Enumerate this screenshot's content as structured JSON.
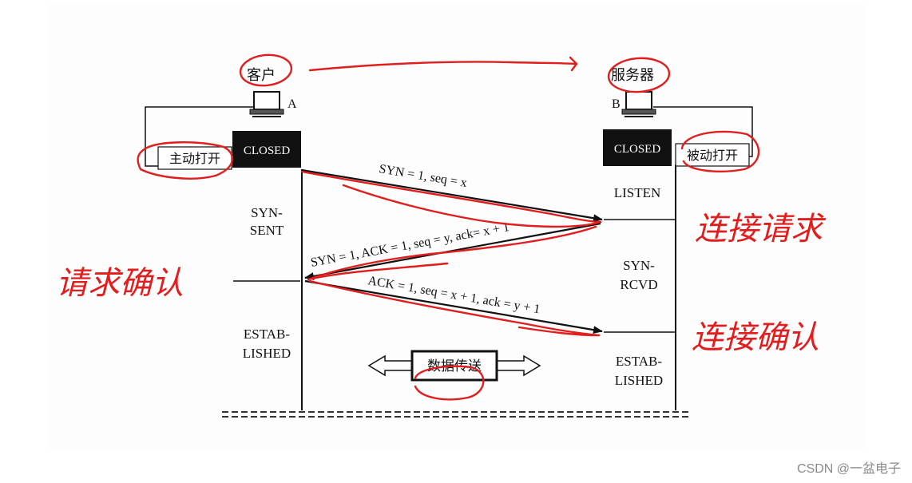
{
  "client": {
    "name": "客户",
    "letter": "A",
    "state_box": "CLOSED",
    "action": "主动打开"
  },
  "server": {
    "name": "服务器",
    "letter": "B",
    "state_box": "CLOSED",
    "action": "被动打开"
  },
  "client_states": {
    "syn_sent": [
      "SYN-",
      "SENT"
    ],
    "established": [
      "ESTAB-",
      "LISHED"
    ]
  },
  "server_states": {
    "listen": "LISTEN",
    "syn_rcvd": [
      "SYN-",
      "RCVD"
    ],
    "established": [
      "ESTAB-",
      "LISHED"
    ]
  },
  "messages": [
    "SYN = 1, seq = x",
    "SYN = 1, ACK = 1, seq = y, ack= x + 1",
    "ACK = 1, seq = x + 1, ack = y + 1"
  ],
  "data_transfer": "数据传送",
  "annotations": {
    "connection_request": "连接请求",
    "request_confirm": "请求确认",
    "connection_confirm": "连接确认"
  },
  "watermark": "CSDN @一盆电子",
  "colors": {
    "annotation": "#e11d1d",
    "ink": "#111111",
    "box": "#111111"
  }
}
